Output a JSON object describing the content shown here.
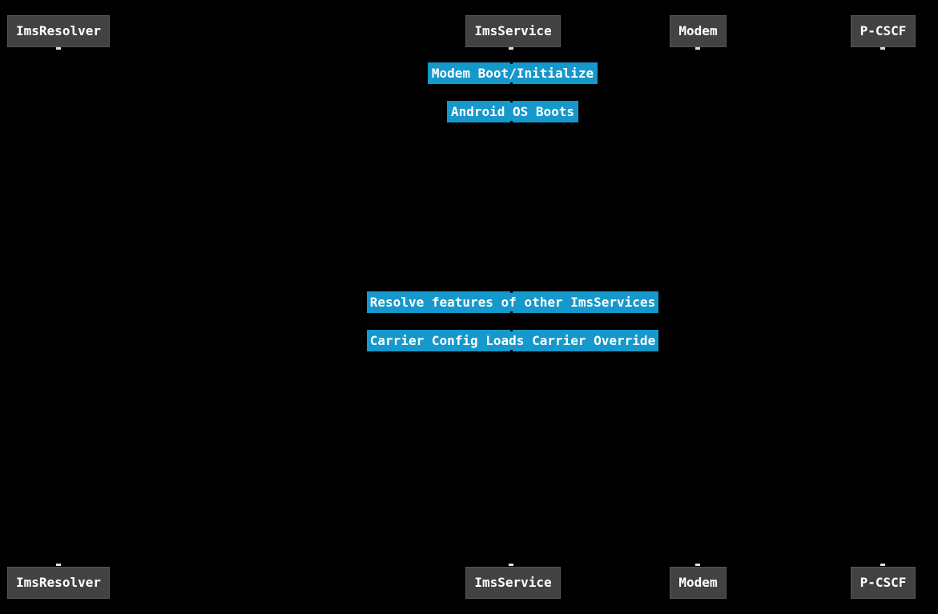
{
  "diagram": {
    "type": "sequence-diagram",
    "participants": [
      {
        "id": "ims-resolver",
        "label": "ImsResolver"
      },
      {
        "id": "ims-service",
        "label": "ImsService"
      },
      {
        "id": "modem",
        "label": "Modem"
      },
      {
        "id": "p-cscf",
        "label": "P-CSCF"
      }
    ],
    "notes": [
      {
        "over": "ims-service",
        "label": "Modem Boot/Initialize"
      },
      {
        "over": "ims-service",
        "label": "Android OS Boots"
      },
      {
        "over": "ims-service",
        "label": "Resolve features of other ImsServices"
      },
      {
        "over": "ims-service",
        "label": "Carrier Config Loads Carrier Override"
      }
    ],
    "colors": {
      "background": "#000000",
      "participant_fill": "#424242",
      "participant_border": "#555555",
      "note_fill": "#1598cb",
      "text": "#ffffff"
    }
  }
}
